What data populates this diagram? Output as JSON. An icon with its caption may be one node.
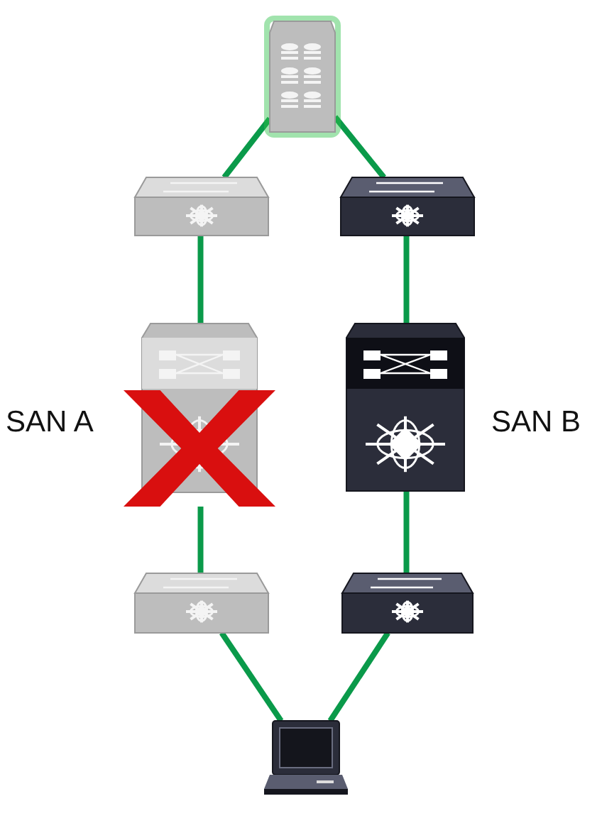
{
  "diagram": {
    "nodes": [
      {
        "text": [],
        "shape": "picture"
      },
      {
        "text": [],
        "shape": "picture"
      },
      {
        "text": [],
        "shape": "picture"
      },
      {
        "text": [],
        "shape": "picture",
        "beside": [
          "SAN A"
        ]
      },
      {
        "text": [],
        "shape": "picture",
        "beside": [
          "SAN B"
        ]
      },
      {
        "text": [],
        "shape": "picture"
      },
      {
        "text": [],
        "shape": "picture"
      },
      {
        "text": [],
        "shape": "picture"
      }
    ],
    "edges": [
      {
        "from": 0,
        "to": 1,
        "arrow": "none"
      },
      {
        "from": 0,
        "to": 2,
        "arrow": "none"
      },
      {
        "from": 1,
        "to": 3,
        "arrow": "none"
      },
      {
        "from": 2,
        "to": 4,
        "arrow": "none"
      },
      {
        "from": 3,
        "to": 5,
        "arrow": "none"
      },
      {
        "from": 4,
        "to": 6,
        "arrow": "none"
      },
      {
        "from": 5,
        "to": 7,
        "arrow": "none"
      },
      {
        "from": 6,
        "to": 7,
        "arrow": "none"
      }
    ]
  }
}
